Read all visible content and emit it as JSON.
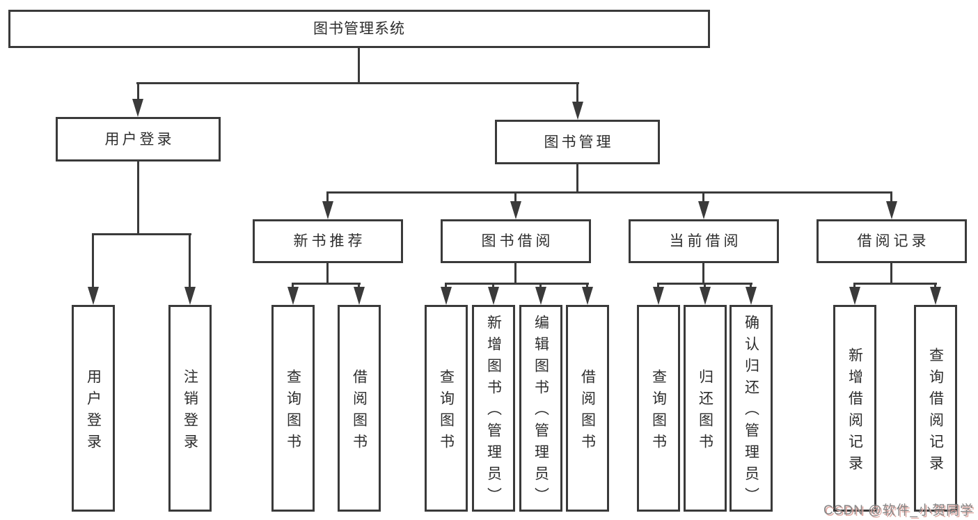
{
  "diagram": {
    "type": "tree",
    "tree": {
      "label": "图书管理系统",
      "children": [
        {
          "label": "用户登录",
          "children": [
            {
              "label": "用户登录"
            },
            {
              "label": "注销登录"
            }
          ]
        },
        {
          "label": "图书管理",
          "children": [
            {
              "label": "新书推荐",
              "children": [
                {
                  "label": "查询图书"
                },
                {
                  "label": "借阅图书"
                }
              ]
            },
            {
              "label": "图书借阅",
              "children": [
                {
                  "label": "查询图书"
                },
                {
                  "label": "新增图书（管理员）"
                },
                {
                  "label": "编辑图书（管理员）"
                },
                {
                  "label": "借阅图书"
                }
              ]
            },
            {
              "label": "当前借阅",
              "children": [
                {
                  "label": "查询图书"
                },
                {
                  "label": "归还图书"
                },
                {
                  "label": "确认归还（管理员）"
                }
              ]
            },
            {
              "label": "借阅记录",
              "children": [
                {
                  "label": "新增借阅记录"
                },
                {
                  "label": "查询借阅记录"
                }
              ]
            }
          ]
        }
      ]
    },
    "watermark": {
      "text": "CSDN @软件_小贺同学"
    },
    "colors": {
      "line": "#3a3a3a",
      "text": "#2d2d2d",
      "background": "#ffffff",
      "watermark_gray": "#868686",
      "watermark_red": "#dfa9a3"
    }
  }
}
